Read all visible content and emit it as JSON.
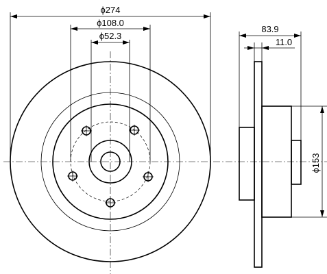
{
  "dimensions": {
    "outer_diameter": "ϕ274",
    "pcd": "ϕ108.0",
    "bore": "ϕ52.3",
    "overall_width": "83.9",
    "disc_thickness": "11.0",
    "hub_diameter": "ϕ153"
  },
  "colors": {
    "line": "#000000",
    "background": "#ffffff"
  }
}
